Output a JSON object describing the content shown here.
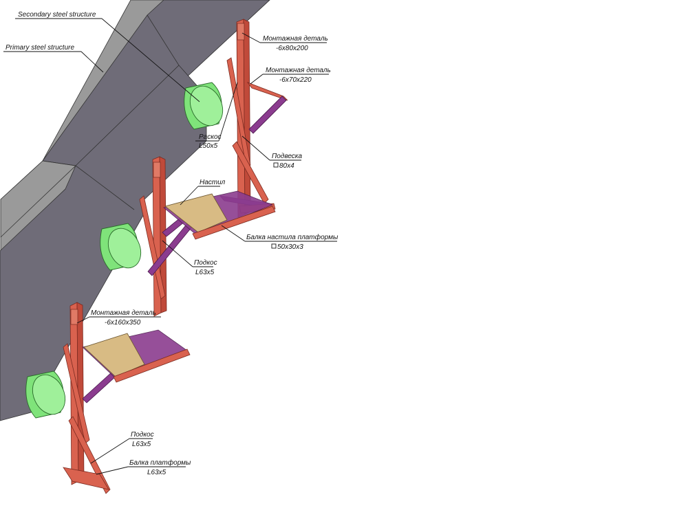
{
  "colors": {
    "primary_steel_top": "#9a9a9a",
    "primary_steel_side": "#6f6c78",
    "secondary_steel": "#7a8090",
    "frame": "#d9624f",
    "frame_edge": "#7a2a20",
    "brace": "#8b3c8f",
    "deck": "#d8bb84",
    "pipe": "#7fe37a",
    "pipe_edge": "#2a6b2a"
  },
  "labels": {
    "secondary_steel": "Secondary steel structure",
    "primary_steel": "Primary steel structure",
    "mount_detail_1_title": "Монтажная деталь",
    "mount_detail_1_size": "-6x80x200",
    "mount_detail_2_title": "Монтажная деталь",
    "mount_detail_2_size": "-6x70x220",
    "brace_title": "Раскос",
    "brace_size": "L50x5",
    "hanger_title": "Подвеска",
    "hanger_size": "80x4",
    "deck_title": "Настил",
    "deck_beam_title": "Балка настила платформы",
    "deck_beam_size": "50x30x3",
    "strut_1_title": "Подкос",
    "strut_1_size": "L63x5",
    "mount_detail_3_title": "Монтажная деталь",
    "mount_detail_3_size": "-6x160x350",
    "strut_2_title": "Подкос",
    "strut_2_size": "L63x5",
    "platform_beam_title": "Балка платформы",
    "platform_beam_size": "L63x5"
  }
}
